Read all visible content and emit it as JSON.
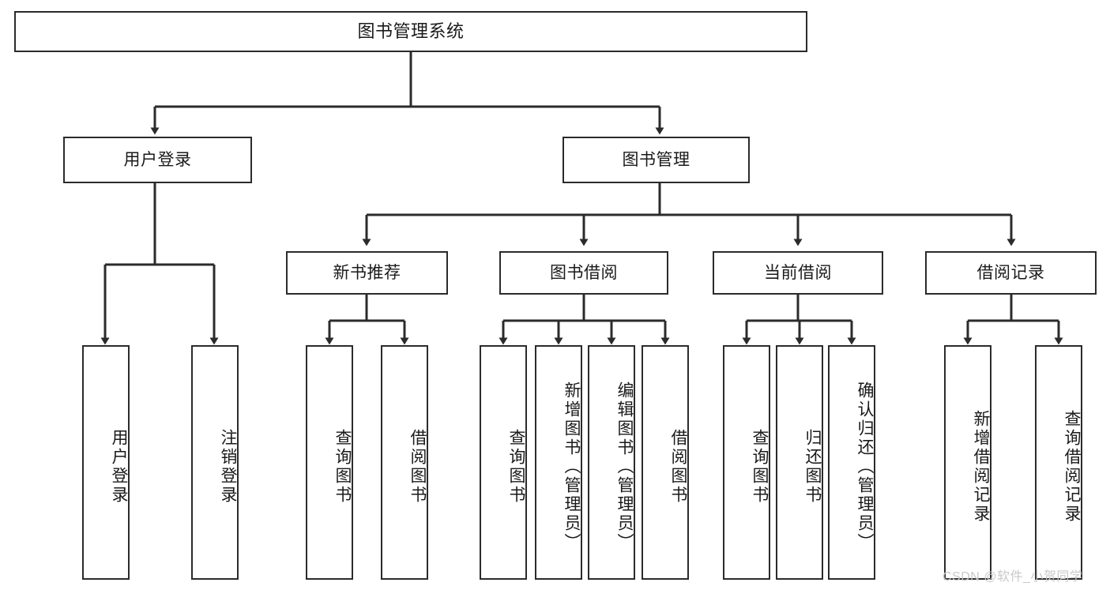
{
  "diagram": {
    "title": "图书管理系统",
    "type": "hierarchy-tree",
    "watermark": "CSDN @软件_小贺同学",
    "colors": {
      "stroke": "#2b2b2b",
      "fill": "#ffffff",
      "text": "#1a1a1a",
      "watermark": "#c9c9c9"
    },
    "nodes": {
      "root": {
        "label": "图书管理系统",
        "orientation": "horizontal"
      },
      "level2": [
        {
          "id": "user-login",
          "label": "用户登录",
          "orientation": "horizontal"
        },
        {
          "id": "book-manage",
          "label": "图书管理",
          "orientation": "horizontal"
        }
      ],
      "level3": [
        {
          "id": "new-book-rec",
          "label": "新书推荐",
          "orientation": "horizontal"
        },
        {
          "id": "book-borrow",
          "label": "图书借阅",
          "orientation": "horizontal"
        },
        {
          "id": "current-borrow",
          "label": "当前借阅",
          "orientation": "horizontal"
        },
        {
          "id": "borrow-record",
          "label": "借阅记录",
          "orientation": "horizontal"
        }
      ],
      "leaves": {
        "user-login": [
          {
            "id": "leaf-user-login",
            "label": "用户登录"
          },
          {
            "id": "leaf-user-logout",
            "label": "注销登录"
          }
        ],
        "new-book-rec": [
          {
            "id": "leaf-query-book-1",
            "label": "查询图书"
          },
          {
            "id": "leaf-borrow-book-1",
            "label": "借阅图书"
          }
        ],
        "book-borrow": [
          {
            "id": "leaf-query-book-2",
            "label": "查询图书"
          },
          {
            "id": "leaf-add-book",
            "label": "新增图书（管理员）"
          },
          {
            "id": "leaf-edit-book",
            "label": "编辑图书（管理员）"
          },
          {
            "id": "leaf-borrow-book-2",
            "label": "借阅图书"
          }
        ],
        "current-borrow": [
          {
            "id": "leaf-query-book-3",
            "label": "查询图书"
          },
          {
            "id": "leaf-return-book",
            "label": "归还图书"
          },
          {
            "id": "leaf-confirm-return",
            "label": "确认归还（管理员）"
          }
        ],
        "borrow-record": [
          {
            "id": "leaf-add-record",
            "label": "新增借阅记录"
          },
          {
            "id": "leaf-query-record",
            "label": "查询借阅记录"
          }
        ]
      }
    }
  }
}
